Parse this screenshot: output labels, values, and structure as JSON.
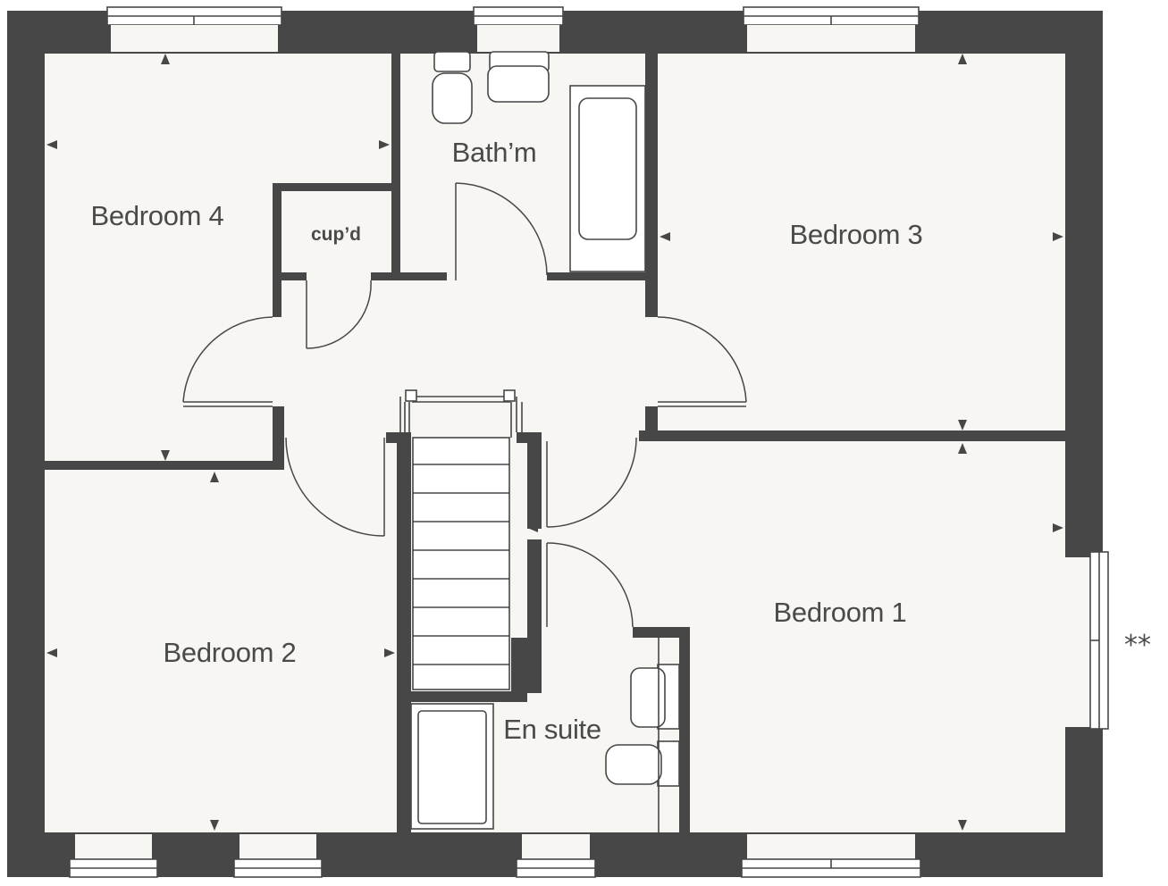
{
  "plan": {
    "rooms": {
      "bedroom4": "Bedroom 4",
      "bathroom": "Bath’m",
      "bedroom3": "Bedroom 3",
      "cupboard": "cup’d",
      "bedroom2": "Bedroom 2",
      "bedroom1": "Bedroom 1",
      "ensuite": "En suite"
    },
    "note_mark": "**"
  }
}
